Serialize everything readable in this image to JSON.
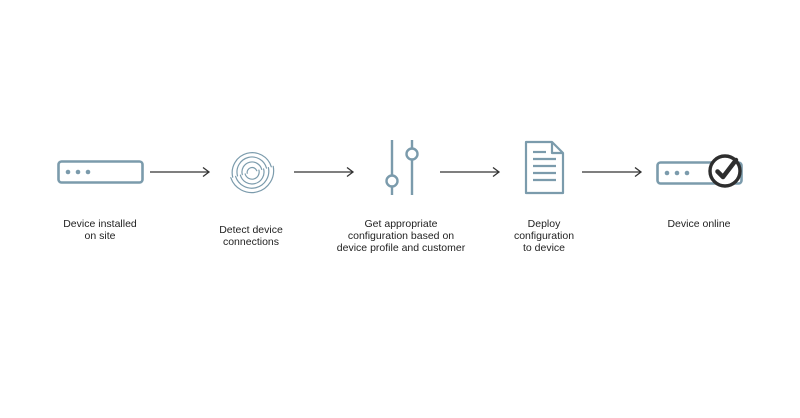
{
  "colors": {
    "icon": "#7b9bac",
    "check": "#2e2e2e",
    "arrow": "#333333",
    "text": "#222222"
  },
  "steps": [
    {
      "icon": "server-icon",
      "label": "Device installed\non site"
    },
    {
      "icon": "signal-detect-icon",
      "label": "Detect device\nconnections"
    },
    {
      "icon": "sliders-icon",
      "label": "Get appropriate\nconfiguration based on\ndevice profile and customer"
    },
    {
      "icon": "document-icon",
      "label": "Deploy\nconfiguration\nto device"
    },
    {
      "icon": "server-check-icon",
      "label": "Device online"
    }
  ]
}
